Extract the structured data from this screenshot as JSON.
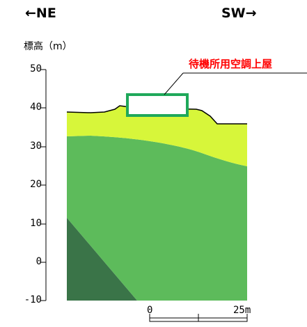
{
  "directions": {
    "left": "←NE",
    "right": "SW→"
  },
  "y_axis": {
    "unit_label": "標高（m）",
    "ticks": [
      "50",
      "40",
      "30",
      "20",
      "10",
      "0",
      "-10"
    ]
  },
  "callout": {
    "label": "待機所用空調上屋"
  },
  "scale_bar": {
    "start_label": "0",
    "end_label": "25m"
  },
  "colors": {
    "upper_layer": "#d7f63a",
    "middle_layer": "#5dbb5b",
    "lower_layer": "#3a7448",
    "structure_outline": "#1fa85a",
    "callout_text": "#ff0000"
  }
}
